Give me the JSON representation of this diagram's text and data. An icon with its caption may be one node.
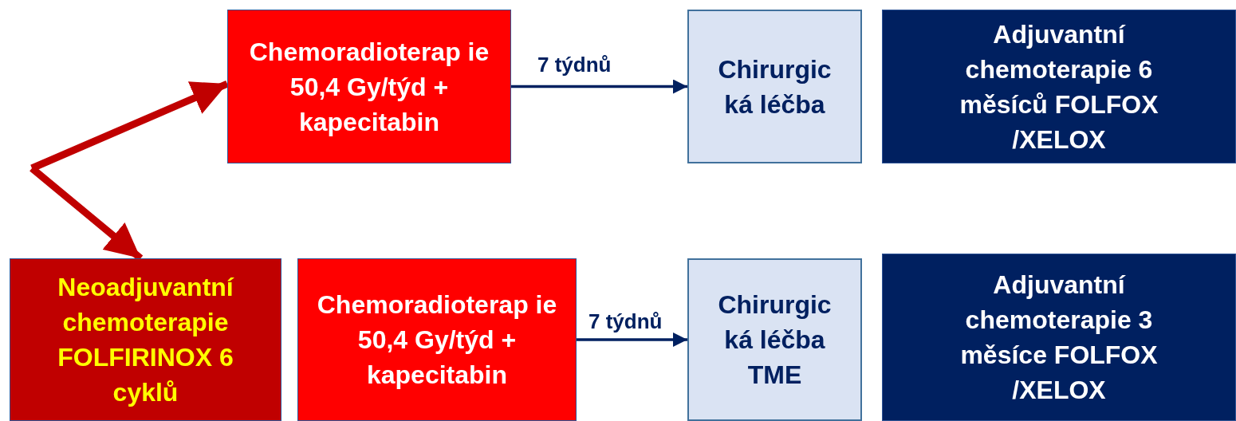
{
  "diagram": {
    "nodes": [
      {
        "text": [
          "Chemoradioterap ie 50,4 Gy/týd + kapecitabin"
        ]
      },
      {
        "text": [
          "Chirurgic ká léčba"
        ]
      },
      {
        "text": [
          "Adjuvantní chemoterapie 6 měsíců FOLFOX /XELOX"
        ]
      },
      {
        "text": [
          "Neoadjuvantní chemoterapie FOLFIRINOX 6 cyklů"
        ]
      },
      {
        "text": [
          "Chemoradioterap ie 50,4 Gy/týd + kapecitabin"
        ]
      },
      {
        "text": [
          "Chirurgic ká léčba TME"
        ]
      },
      {
        "text": [
          "Adjuvantní chemoterapie 3 měsíce FOLFOX /XELOX"
        ]
      }
    ],
    "edges": [
      {
        "from": 0,
        "to": 1,
        "arrow": "to",
        "label": "7 týdnů"
      },
      {
        "from": 4,
        "to": 5,
        "arrow": "to",
        "label": "7 týdnů"
      },
      {
        "from": null,
        "to": 0,
        "arrow": "to",
        "style": "thick",
        "color": "#c00000"
      },
      {
        "from": null,
        "to": 3,
        "arrow": "to",
        "style": "thick",
        "color": "#c00000"
      }
    ]
  }
}
